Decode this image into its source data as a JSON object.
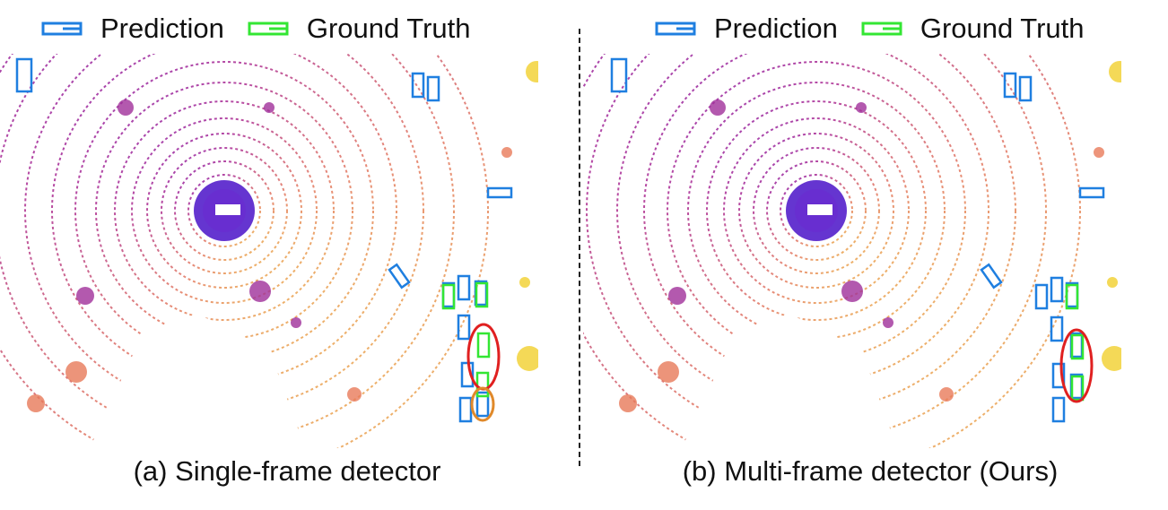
{
  "legend": {
    "prediction_label": "Prediction",
    "ground_truth_label": "Ground Truth",
    "prediction_color": "#1f7fe0",
    "ground_truth_color": "#33e633"
  },
  "panels": [
    {
      "caption": "(a) Single-frame detector",
      "highlights": [
        "red-ellipse",
        "orange-circle"
      ]
    },
    {
      "caption": "(b) Multi-frame detector (Ours)",
      "highlights": [
        "red-ellipse"
      ]
    }
  ],
  "colors": {
    "point_cloud_near": "#5b1cc4",
    "point_cloud_mid": "#a0309a",
    "point_cloud_far": "#e87a5a",
    "point_cloud_farthest": "#f2d23a",
    "miss_highlight": "#e02020",
    "false_positive_highlight": "#e0892a"
  }
}
